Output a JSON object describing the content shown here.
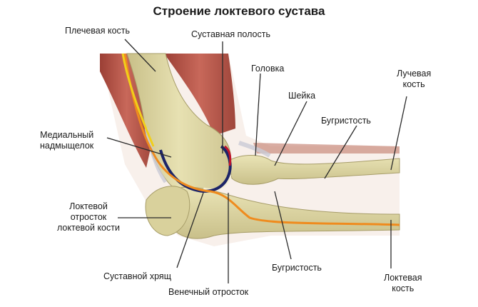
{
  "title": "Строение локтевого сустава",
  "labels": {
    "humerus": "Плечевая кость",
    "joint_cavity": "Суставная полость",
    "head": "Головка",
    "radius": [
      "Лучевая",
      "кость"
    ],
    "neck": "Шейка",
    "tuberosity_upper": "Бугристость",
    "medial_epicondyle": [
      "Медиальный",
      "надмыщелок"
    ],
    "olecranon": [
      "Локтевой",
      "отросток",
      "локтевой кости"
    ],
    "cartilage": "Суставной хрящ",
    "coronoid_process": "Венечный отросток",
    "tuberosity_lower": "Бугристость",
    "ulna": [
      "Локтевая",
      "кость"
    ]
  },
  "colors": {
    "bone": "#ddd6a3",
    "bone_shade": "#b9b07a",
    "muscle": "#b85a4e",
    "skin": "#e9c3b3",
    "nerve_yellow": "#f1cf1a",
    "nerve_orange": "#ef8b1e",
    "ligament": "#1c2468",
    "cavity": "#c0142c",
    "pointer": "#2a2a2a"
  }
}
